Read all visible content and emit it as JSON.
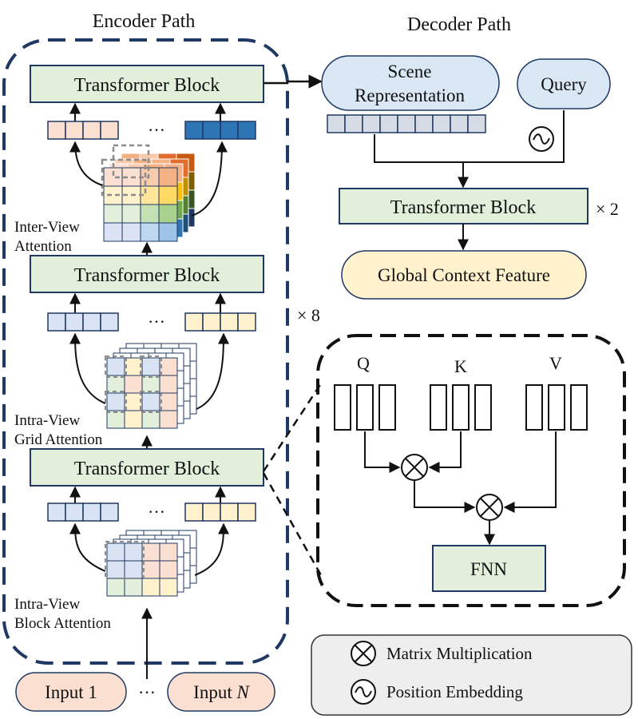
{
  "titles": {
    "encoder": "Encoder Path",
    "decoder": "Decoder Path"
  },
  "encoder": {
    "transformer_label": "Transformer Block",
    "ellipsis": "···",
    "inter_view": [
      "Inter-View",
      "Attention"
    ],
    "intra_grid": [
      "Intra-View",
      "Grid Attention"
    ],
    "intra_block": [
      "Intra-View",
      "Block Attention"
    ],
    "repeat": "× 8",
    "inputs": {
      "first": "Input 1",
      "last_prefix": "Input ",
      "last_var": "N",
      "ellipsis": "···"
    }
  },
  "decoder": {
    "scene": [
      "Scene",
      "Representation"
    ],
    "query": "Query",
    "transformer_label": "Transformer Block",
    "repeat": "× 2",
    "output": "Global Context Feature"
  },
  "attention_detail": {
    "q": "Q",
    "k": "K",
    "v": "V",
    "fnn": "FNN"
  },
  "legend": {
    "matmul": "Matrix Multiplication",
    "pos_embed": "Position Embedding"
  },
  "colors": {
    "transformer_fill": "#e2efda",
    "decoder_oval_fill": "#dae8f6",
    "output_fill": "#fff2cc",
    "input_fill": "#fbe0d2",
    "dark_blue": "#1f3864",
    "token_peach": "#fbe0d2",
    "token_blue": "#dae3f3",
    "token_darkblue": "#2e75b6",
    "token_yellow": "#fff2cc",
    "scene_token": "#d6dce5"
  }
}
